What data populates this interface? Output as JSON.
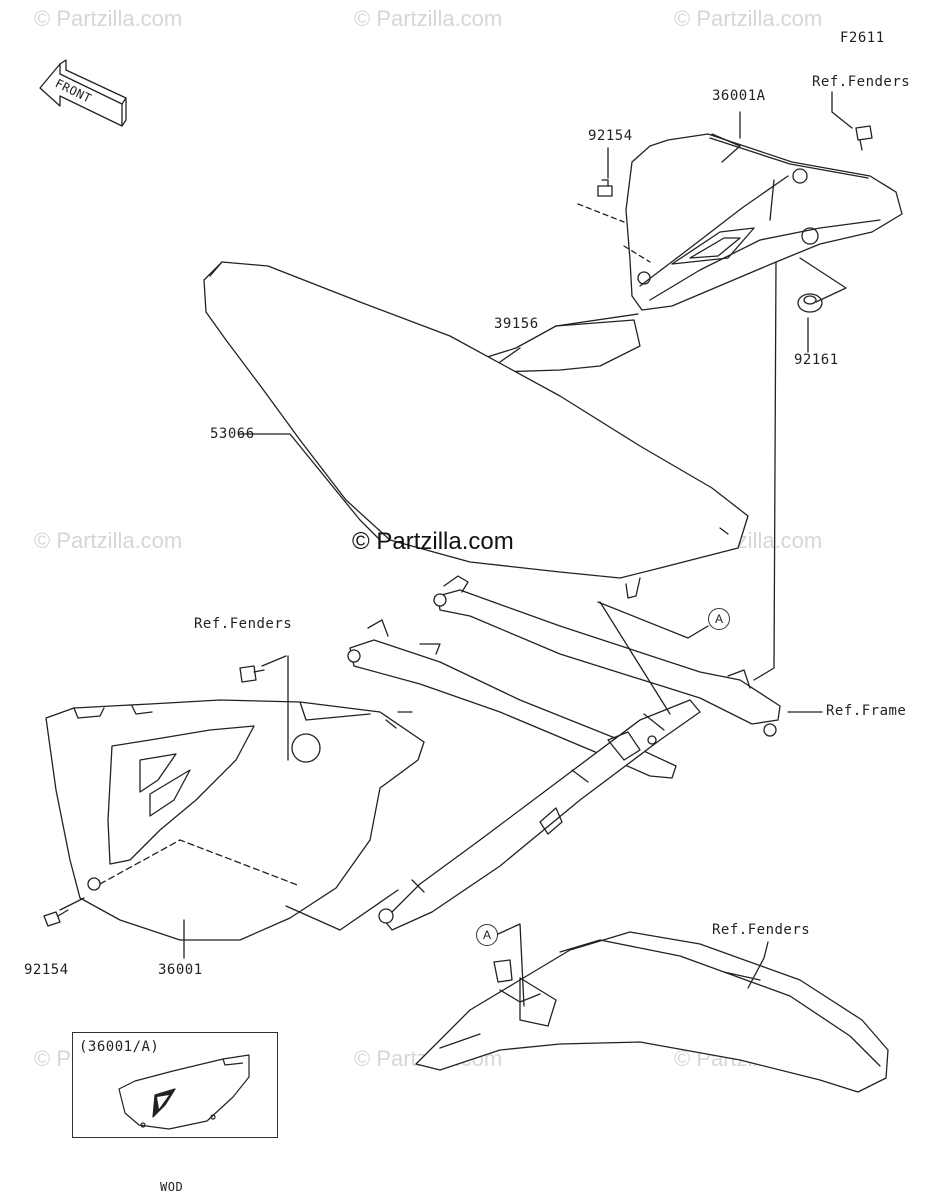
{
  "figure_code": "F2611",
  "watermark": "© Partzilla.com",
  "copyright": "© Partzilla.com",
  "front_label": "FRONT",
  "parts": {
    "p36001A": "36001A",
    "p92154_top": "92154",
    "p39156": "39156",
    "p92161": "92161",
    "p53066": "53066",
    "p92154_bottom": "92154",
    "p36001": "36001"
  },
  "refs": {
    "fenders_top": "Ref.Fenders",
    "fenders_left": "Ref.Fenders",
    "frame": "Ref.Frame",
    "fenders_bottom": "Ref.Fenders"
  },
  "callout_a": "A",
  "inset": {
    "title": "(36001/A)",
    "caption": "WOD"
  }
}
